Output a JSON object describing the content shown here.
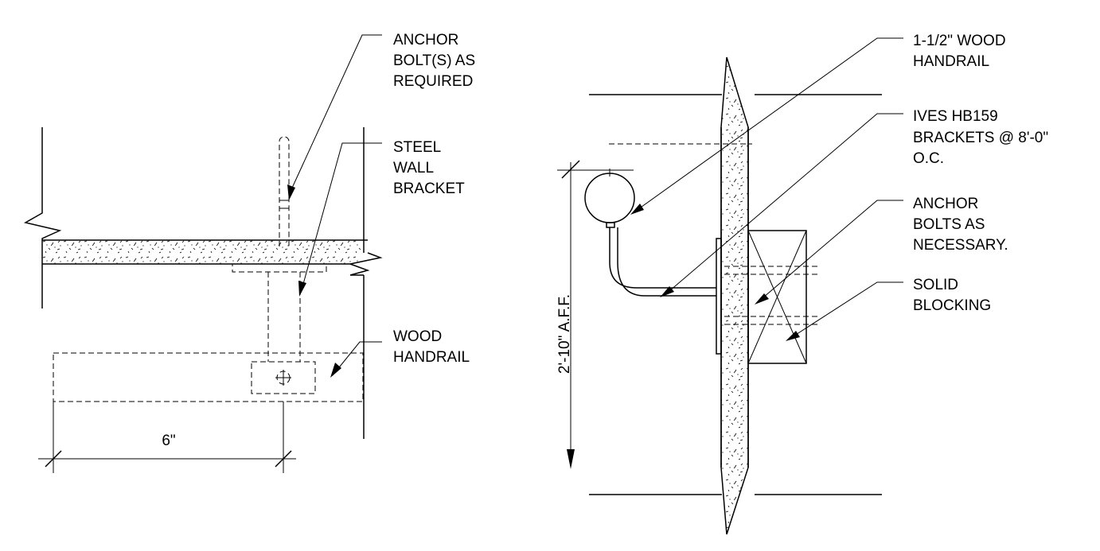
{
  "plan_view": {
    "callouts": {
      "anchor_bolts": [
        "ANCHOR",
        "BOLT(S) AS",
        "REQUIRED"
      ],
      "steel_bracket": [
        "STEEL",
        "WALL",
        "BRACKET"
      ],
      "wood_handrail": [
        "WOOD",
        "HANDRAIL"
      ]
    },
    "dimension": "6\""
  },
  "section_view": {
    "callouts": {
      "handrail": [
        "1-1/2\" WOOD",
        "HANDRAIL"
      ],
      "brackets": [
        "IVES HB159",
        "BRACKETS @ 8'-0\"",
        "O.C."
      ],
      "anchor_bolts": [
        "ANCHOR",
        "BOLTS AS",
        "NECESSARY."
      ],
      "blocking": [
        "SOLID",
        "BLOCKING"
      ]
    },
    "height_dimension": "2'-10\" A.F.F."
  }
}
